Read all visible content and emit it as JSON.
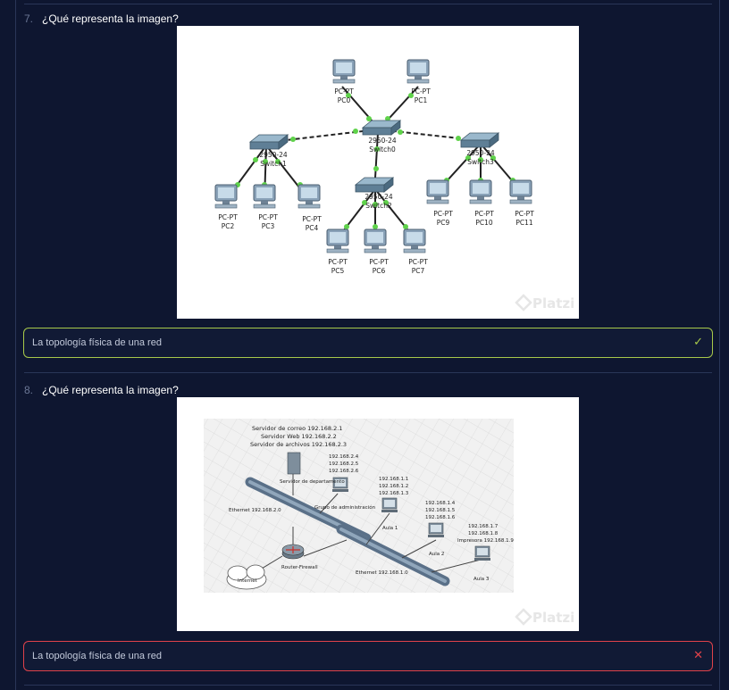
{
  "questions": [
    {
      "number": "7.",
      "text": "¿Qué representa la imagen?",
      "figure": {
        "nodes": [
          "PC-PT PC0",
          "PC-PT PC1",
          "2950-24 Switch0",
          "2950-24 Switch1",
          "2950-24 Switch2",
          "2950-24 Switch3",
          "PC-PT PC2",
          "PC-PT PC3",
          "PC-PT PC4",
          "PC-PT PC5",
          "PC-PT PC6",
          "PC-PT PC7",
          "PC-PT PC9",
          "PC-PT PC10",
          "PC-PT PC11"
        ],
        "watermark": "Platzi"
      },
      "answer": {
        "text": "La topología física de una red",
        "status": "correct",
        "status_icon": "check-icon"
      }
    },
    {
      "number": "8.",
      "text": "¿Qué representa la imagen?",
      "figure": {
        "server_labels": [
          "Servidor de correo 192.168.2.1",
          "Servidor Web 192.168.2.2",
          "Servidor de archivos 192.168.2.3"
        ],
        "server_ips": [
          "192.168.2.4",
          "192.168.2.5",
          "192.168.2.6"
        ],
        "dept_server": "Servidor de departamento",
        "admin_group": "Grupo de administración",
        "eth2": "Ethernet 192.168.2.0",
        "eth1": "Ethernet 192.168.1.0",
        "router": "Router-Firewall",
        "internet": "Internet",
        "aula1_ips": [
          "192.168.1.1",
          "192.168.1.2",
          "192.168.1.3"
        ],
        "aula1": "Aula 1",
        "aula2_ips": [
          "192.168.1.4",
          "192.168.1.5",
          "192.168.1.6"
        ],
        "aula2": "Aula 2",
        "aula3_ips": [
          "192.168.1.7",
          "192.168.1.8",
          "Impresora 192.168.1.9"
        ],
        "aula3": "Aula 3",
        "watermark": "Platzi"
      },
      "answer": {
        "text": "La topología física de una red",
        "status": "incorrect",
        "status_icon": "close-icon"
      }
    }
  ],
  "colors": {
    "background": "#0e1630",
    "correct": "#a8c94a",
    "incorrect": "#e0424a",
    "border": "#2a3658"
  }
}
